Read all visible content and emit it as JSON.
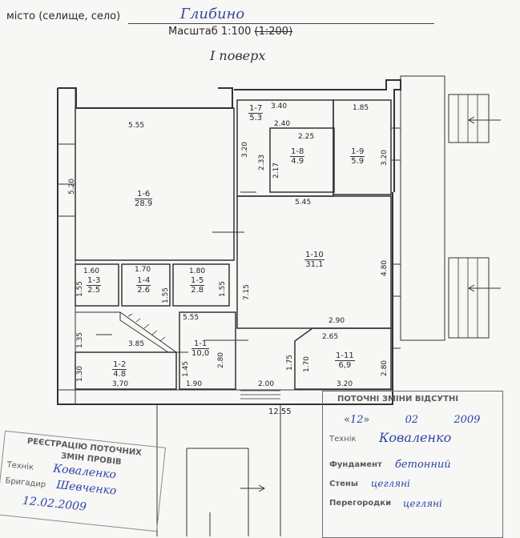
{
  "header": {
    "settlement_label": "місто (селище, село)",
    "settlement_value": "Глибино",
    "scale": "Масштаб 1:100",
    "scale_struck": "(1:200)",
    "floor": "І поверх"
  },
  "rooms": [
    {
      "id": "1-1",
      "area": "10,0"
    },
    {
      "id": "1-2",
      "area": "4.8"
    },
    {
      "id": "1-3",
      "area": "2.5"
    },
    {
      "id": "1-4",
      "area": "2.6"
    },
    {
      "id": "1-5",
      "area": "2.8"
    },
    {
      "id": "1-6",
      "area": "28.9"
    },
    {
      "id": "1-7",
      "area": "5.3"
    },
    {
      "id": "1-8",
      "area": "4.9"
    },
    {
      "id": "1-9",
      "area": "5.9"
    },
    {
      "id": "1-10",
      "area": "31,1"
    },
    {
      "id": "1-11",
      "area": "6,9"
    }
  ],
  "dimensions": {
    "d555_top": "5.55",
    "d520": "5.20",
    "d340": "3.40",
    "d185": "1.85",
    "d240": "2.40",
    "d225": "2.25",
    "d320a": "3.20",
    "d233": "2.33",
    "d217": "2.17",
    "d320b": "3.20",
    "d545": "5.45",
    "d480": "4.80",
    "d160": "1.60",
    "d170a": "1.70",
    "d180": "1.80",
    "d155a": "1.55",
    "d155b": "1.55",
    "d155c": "1.55",
    "d715": "7.15",
    "d555_mid": "5.55",
    "d135": "1.35",
    "d385": "3.85",
    "d290": "2.90",
    "d265": "2.65",
    "d175": "1.75",
    "d170b": "1.70",
    "d280a": "2.80",
    "d280b": "2.80",
    "d130": "1.30",
    "d145": "1.45",
    "d370": "3,70",
    "d190": "1.90",
    "d200": "2.00",
    "d320c": "3.20",
    "d1255": "12.55"
  },
  "stamp_right": {
    "title": "ПОТОЧНІ ЗМІНИ ВІДСУТНІ",
    "day": "12",
    "month": "02",
    "year": "2009",
    "tech_label": "Технік",
    "tech_name": "Коваленко",
    "foundation_label": "Фундамент",
    "foundation_value": "бетонний",
    "walls_label": "Стены",
    "walls_value": "цегляні",
    "partitions_label": "Перегородки",
    "partitions_value": "цегляні"
  },
  "stamp_left": {
    "title_1": "РЕЄСТРАЦІЮ ПОТОЧНИХ",
    "title_2": "ЗМІН ПРОВІВ",
    "tech_label": "Технік",
    "tech_name": "Коваленко",
    "bureau_label": "Бригадир",
    "bureau_name": "Шевченко",
    "date": "12.02.2009"
  }
}
